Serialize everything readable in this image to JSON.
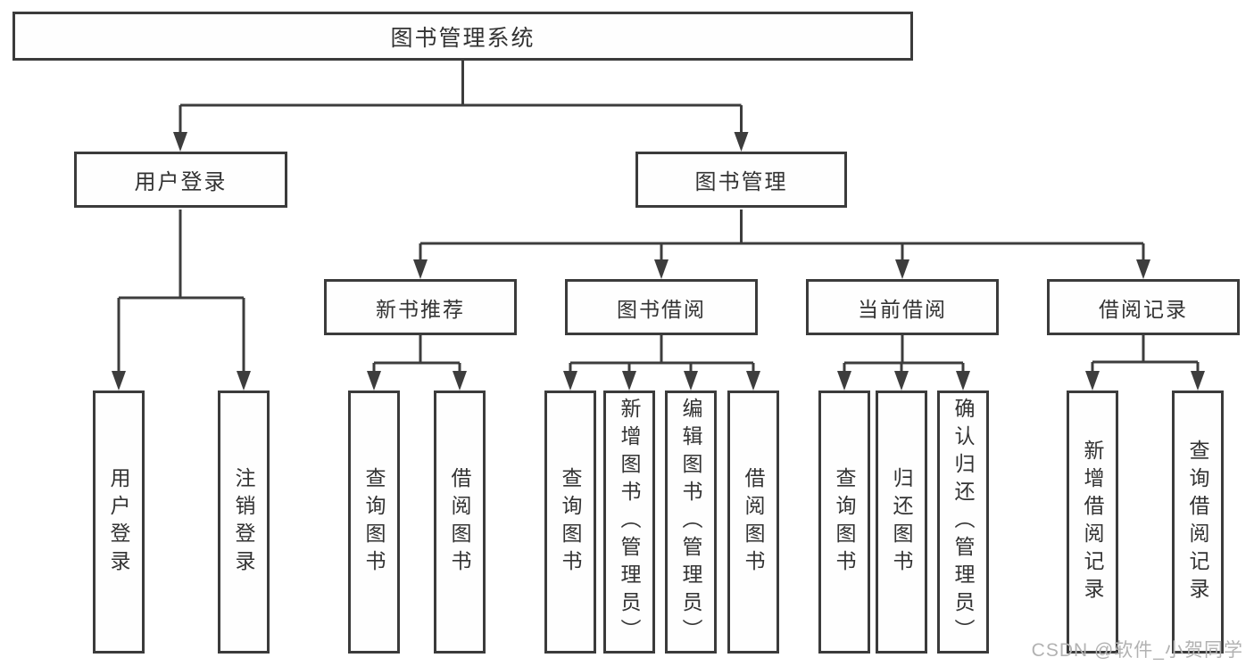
{
  "diagram": {
    "root": {
      "label": "图书管理系统",
      "children": [
        {
          "label": "用户登录",
          "children": [
            {
              "label": "用户登录"
            },
            {
              "label": "注销登录"
            }
          ]
        },
        {
          "label": "图书管理",
          "children": [
            {
              "label": "新书推荐",
              "children": [
                {
                  "label": "查询图书"
                },
                {
                  "label": "借阅图书"
                }
              ]
            },
            {
              "label": "图书借阅",
              "children": [
                {
                  "label": "查询图书"
                },
                {
                  "label": "新增图书（管理员）"
                },
                {
                  "label": "编辑图书（管理员）"
                },
                {
                  "label": "借阅图书"
                }
              ]
            },
            {
              "label": "当前借阅",
              "children": [
                {
                  "label": "查询图书"
                },
                {
                  "label": "归还图书"
                },
                {
                  "label": "确认归还（管理员）"
                }
              ]
            },
            {
              "label": "借阅记录",
              "children": [
                {
                  "label": "新增借阅记录"
                },
                {
                  "label": "查询借阅记录"
                }
              ]
            }
          ]
        }
      ]
    }
  },
  "watermark": {
    "text": "CSDN @软件_小贺同学"
  },
  "colors": {
    "line": "#3d3d3d",
    "border": "#3b3b3b",
    "text": "#333333",
    "watermark": "#b2b2b2",
    "background": "#ffffff"
  }
}
